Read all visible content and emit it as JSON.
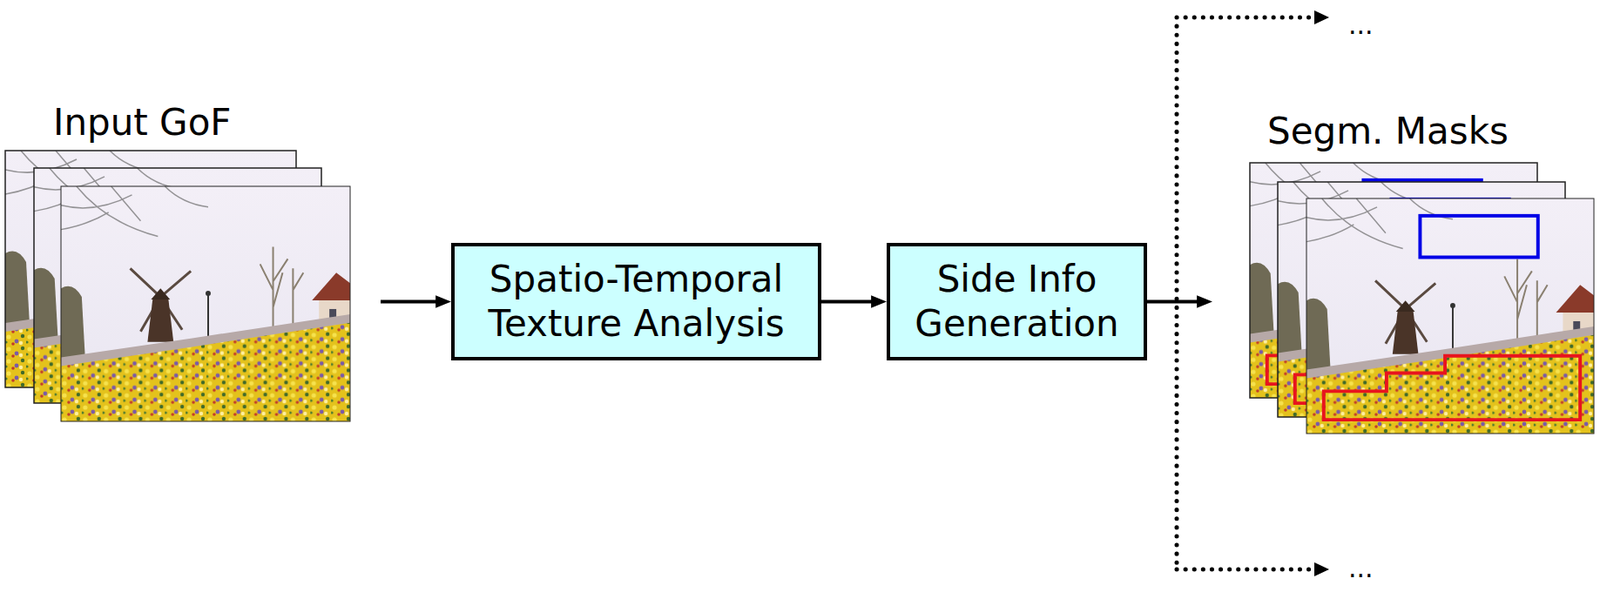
{
  "diagram": {
    "nodes": [
      {
        "text": [
          "Input GoF"
        ]
      },
      {
        "text": [
          "Spatio-Temporal Texture Analysis"
        ]
      },
      {
        "text": [
          "Side Info Generation"
        ]
      },
      {
        "text": [
          "Segm. Masks"
        ]
      }
    ],
    "edges": [
      {
        "from": 0,
        "to": 1,
        "arrow": "to"
      },
      {
        "from": 1,
        "to": 2,
        "arrow": "to"
      },
      {
        "from": 2,
        "to": 3,
        "arrow": "to"
      }
    ],
    "labels": [
      "...",
      "..."
    ]
  }
}
